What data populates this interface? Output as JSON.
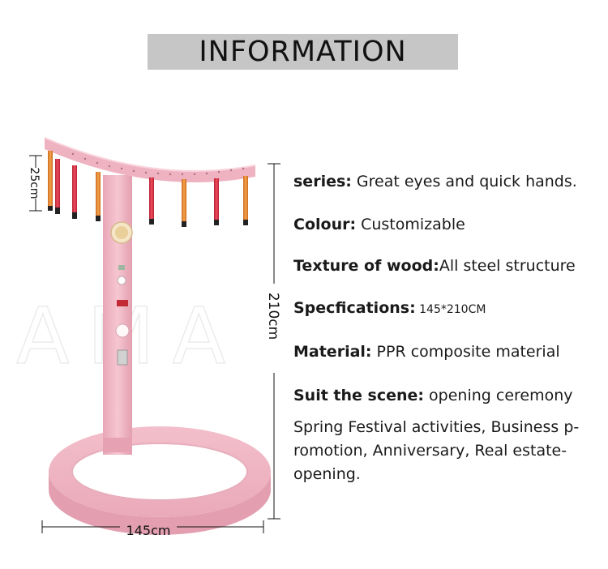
{
  "header": {
    "title": "INFORMATION"
  },
  "watermark": "AMA",
  "dimensions": {
    "height_top": "25cm",
    "height_total": "210cm",
    "width_total": "145cm"
  },
  "specs": [
    {
      "label": "series:",
      "value": " Great eyes and quick hands."
    },
    {
      "label": "Colour:",
      "value": " Customizable"
    },
    {
      "label": "Texture of wood:",
      "value": "All steel structure"
    },
    {
      "label": "Specfications:",
      "value": " 145*210CM"
    },
    {
      "label": "Material:",
      "value": "  PPR composite material"
    },
    {
      "label": "Suit the scene:",
      "value": "  opening ceremony"
    }
  ],
  "scene_text": "Spring Festival activities, Business p-\nromotion, Anniversary, Real estate-\nopening.",
  "colors": {
    "title_bar": "#c6c6c6",
    "product_pink": "#f0b7c4",
    "stick_red": "#e03a4f",
    "stick_orange": "#f0923a"
  }
}
